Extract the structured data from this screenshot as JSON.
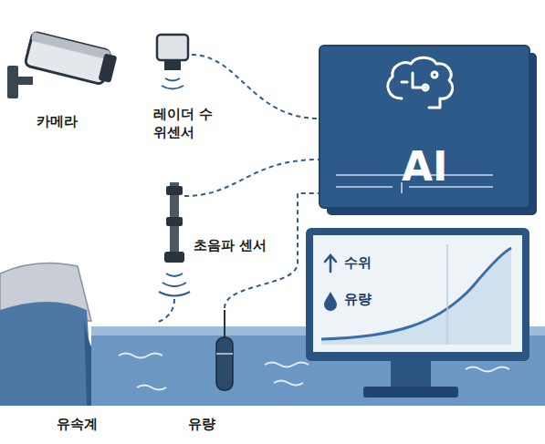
{
  "diagram": {
    "nodes": [
      {
        "text": [
          "AI"
        ]
      },
      {
        "text": [
          "수위",
          "유량"
        ]
      }
    ],
    "labels": [
      "카메라",
      "레이더 수위센서",
      "초음파 센서",
      "유속계",
      "유량"
    ]
  }
}
